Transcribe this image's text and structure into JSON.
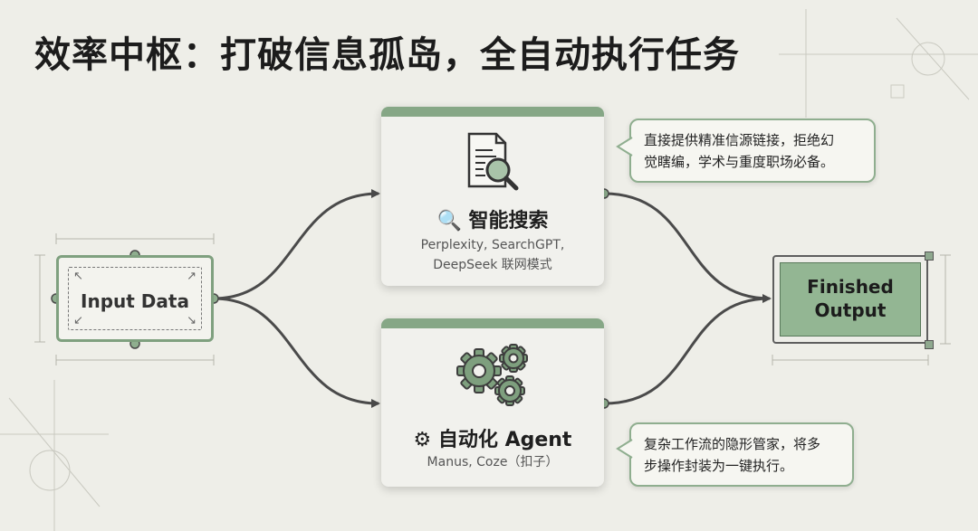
{
  "title": "效率中枢：打破信息孤岛，全自动执行任务",
  "input": {
    "label": "Input Data"
  },
  "search_card": {
    "icon": "magnifier-icon",
    "title": "🔍 智能搜索",
    "sub_line1": "Perplexity, SearchGPT,",
    "sub_line2": "DeepSeek 联网模式"
  },
  "agent_card": {
    "icon": "gear-icon",
    "title": "⚙ 自动化 Agent",
    "sub_line1": "Manus, Coze（扣子）"
  },
  "search_callout": {
    "line1": "直接提供精准信源链接，拒绝幻",
    "line2": "觉瞎编，学术与重度职场必备。"
  },
  "agent_callout": {
    "line1": "复杂工作流的隐形管家，将多",
    "line2": "步操作封装为一键执行。"
  },
  "output": {
    "line1": "Finished",
    "line2": "Output"
  },
  "colors": {
    "accent_green": "#86a786",
    "output_fill": "#93b693",
    "background": "#eeeee8",
    "connector": "#4a4a4a"
  }
}
